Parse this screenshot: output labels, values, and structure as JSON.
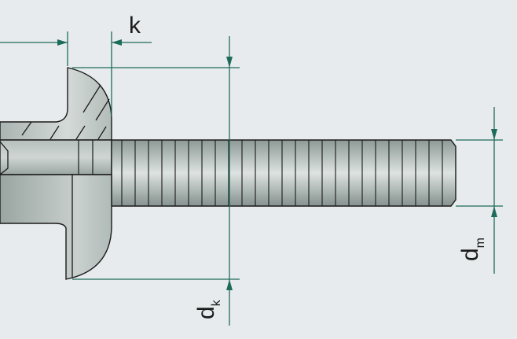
{
  "dimensions": {
    "head_height": {
      "symbol": "k",
      "subscript": ""
    },
    "head_diameter": {
      "symbol": "d",
      "subscript": "k"
    },
    "mandrel_diameter": {
      "symbol": "d",
      "subscript": "m"
    }
  },
  "colors": {
    "background": "#e8ebed",
    "dimension_line": "#1d6b5a",
    "outline": "#1a1a1a",
    "metal_light": "#d2d8d6",
    "metal_mid": "#aab4b1",
    "metal_dark": "#7f8c88"
  }
}
